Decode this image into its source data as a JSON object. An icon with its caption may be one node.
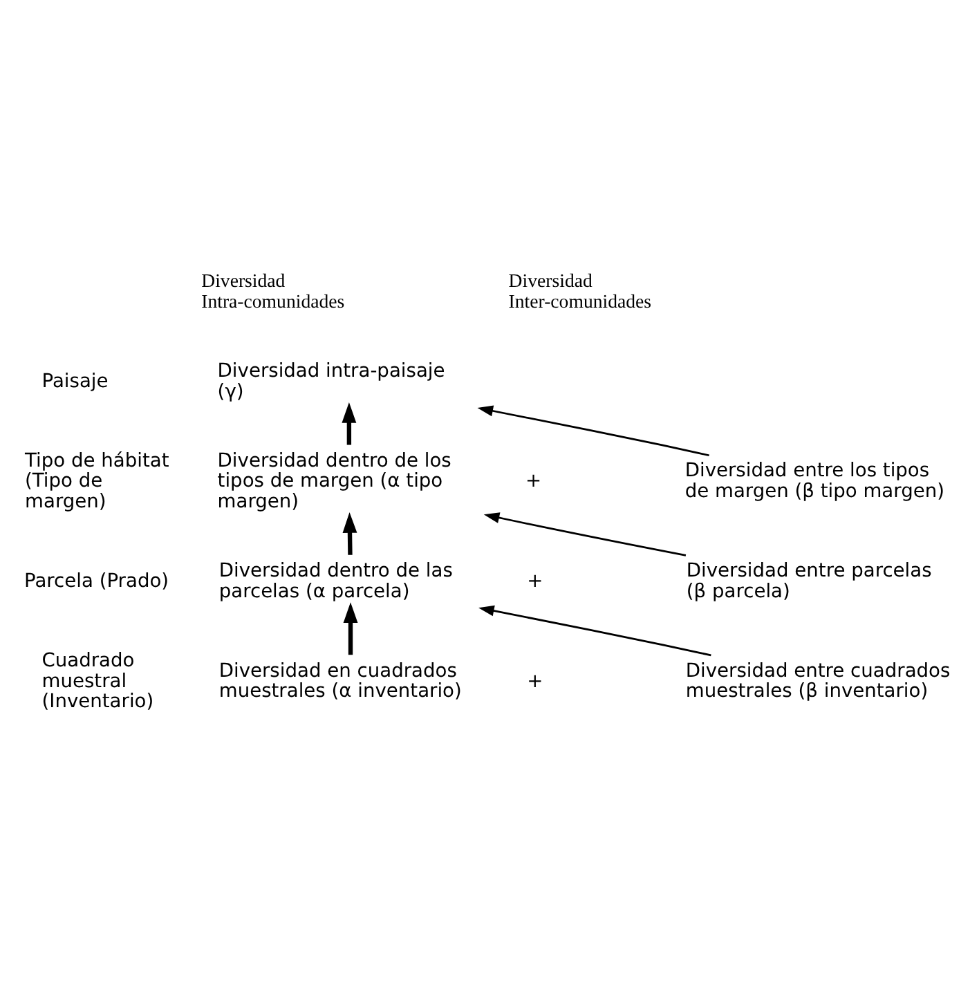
{
  "diagram": {
    "nodes": [
      {
        "text": [
          "Diversidad intra-paisaje (γ)"
        ]
      },
      {
        "text": [
          "Diversidad dentro de los tipos de margen (α tipo margen)"
        ]
      },
      {
        "text": [
          "Diversidad entre los tipos de margen (β tipo margen)"
        ]
      },
      {
        "text": [
          "Diversidad dentro de las parcelas (α parcela)"
        ]
      },
      {
        "text": [
          "Diversidad entre parcelas (β parcela)"
        ]
      },
      {
        "text": [
          "Diversidad en cuadrados muestrales (α inventario)"
        ]
      },
      {
        "text": [
          "Diversidad entre cuadrados muestrales (β inventario)"
        ]
      }
    ],
    "edges": [
      {
        "from": 1,
        "to": 0,
        "arrow": "to",
        "style": "thick"
      },
      {
        "from": 2,
        "to": 0,
        "arrow": "to"
      },
      {
        "from": 3,
        "to": 1,
        "arrow": "to",
        "style": "thick"
      },
      {
        "from": 4,
        "to": 1,
        "arrow": "to"
      },
      {
        "from": 5,
        "to": 3,
        "arrow": "to",
        "style": "thick"
      },
      {
        "from": 6,
        "to": 3,
        "arrow": "to"
      }
    ],
    "labels": [
      "Diversidad Intra-comunidades",
      "Diversidad Inter-comunidades",
      "Paisaje",
      "Tipo de hábitat (Tipo de margen)",
      "+",
      "Parcela (Prado)",
      "+",
      "Cuadrado muestral (Inventario)",
      "+"
    ]
  }
}
